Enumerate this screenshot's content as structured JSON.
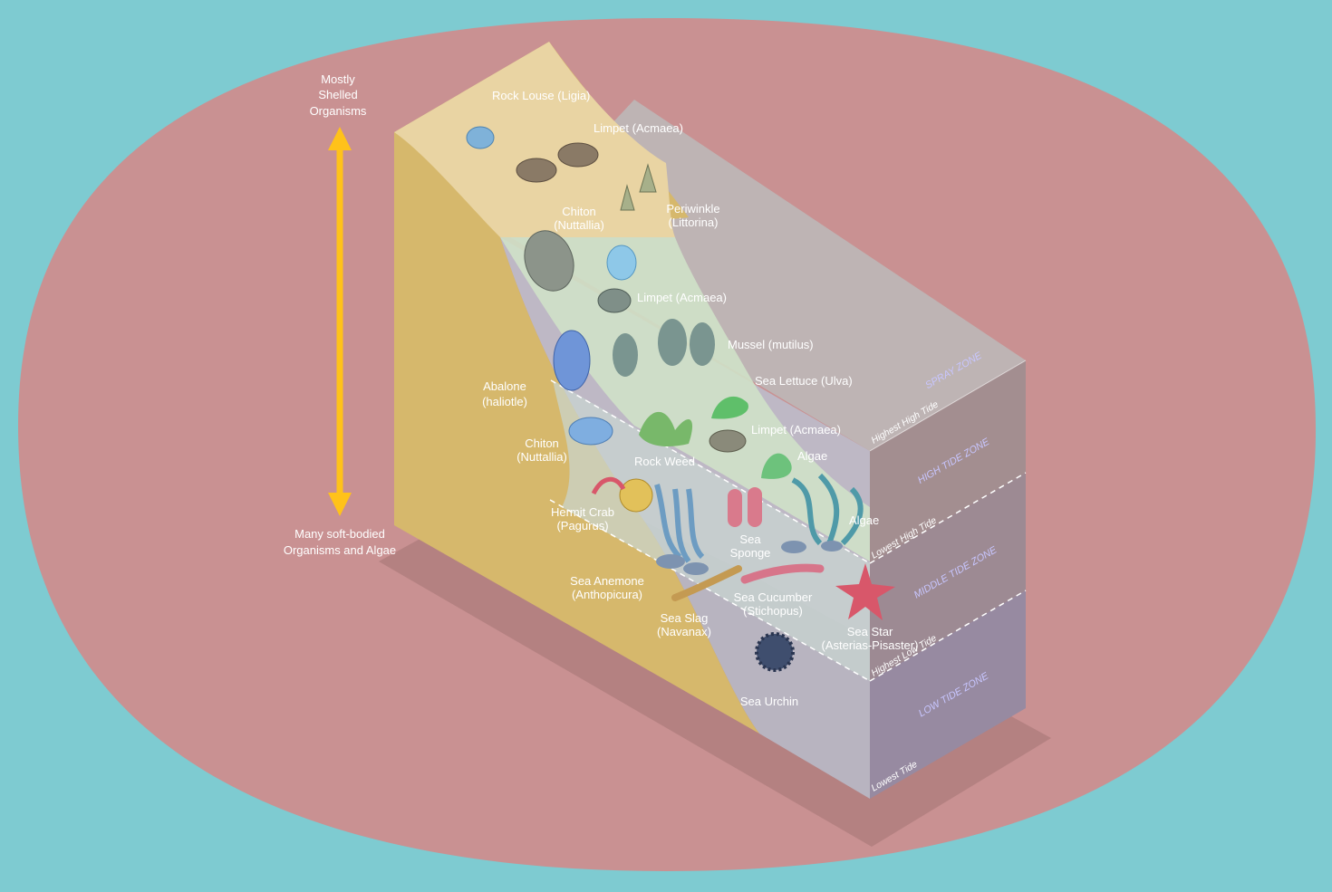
{
  "colors": {
    "background": "#7ecbd1",
    "blob": "#c99192",
    "sand": "#d6b86c",
    "spray": "#e9d4a3",
    "arrow": "#ffc21a",
    "water": "#a7b4c9"
  },
  "gradient_note": {
    "top": [
      "Mostly",
      "Shelled",
      "Organisms"
    ],
    "bottom": [
      "Many soft-bodied",
      "Organisms and Algae"
    ]
  },
  "zones": {
    "spray": "SPRAY ZONE",
    "high": "HIGH TIDE ZONE",
    "middle": "MIDDLE TIDE ZONE",
    "low": "LOW TIDE ZONE"
  },
  "tide_lines": {
    "highest_high": "Highest High Tide",
    "lowest_high": "Lowest High Tide",
    "highest_low": "Highest Low Tide",
    "lowest": "Lowest Tide"
  },
  "organisms": {
    "rock_louse": "Rock Louse (Ligia)",
    "limpet_1": "Limpet (Acmaea)",
    "chiton_1": [
      "Chiton",
      "(Nuttallia)"
    ],
    "periwinkle": [
      "Periwinkle",
      "(Littorina)"
    ],
    "limpet_2": "Limpet (Acmaea)",
    "mussel": "Mussel  (mutilus)",
    "sea_lettuce": "Sea Lettuce (Ulva)",
    "abalone": [
      "Abalone",
      "(haliotle)"
    ],
    "limpet_3": "Limpet (Acmaea)",
    "chiton_2": [
      "Chiton",
      "(Nuttallia)"
    ],
    "algae_1": "Algae",
    "rock_weed": "Rock Weed",
    "hermit_crab": [
      "Hermit Crab",
      "(Pagurus)"
    ],
    "algae_2": "Algae",
    "sea_sponge": [
      "Sea",
      "Sponge"
    ],
    "sea_anemone": [
      "Sea Anemone",
      "(Anthopicura)"
    ],
    "sea_cucumber": [
      "Sea Cucumber",
      "(Stichopus)"
    ],
    "sea_slag": [
      "Sea Slag",
      "(Navanax)"
    ],
    "sea_star": [
      "Sea Star",
      "(Asterias-Pisaster)"
    ],
    "sea_urchin": "Sea Urchin"
  }
}
